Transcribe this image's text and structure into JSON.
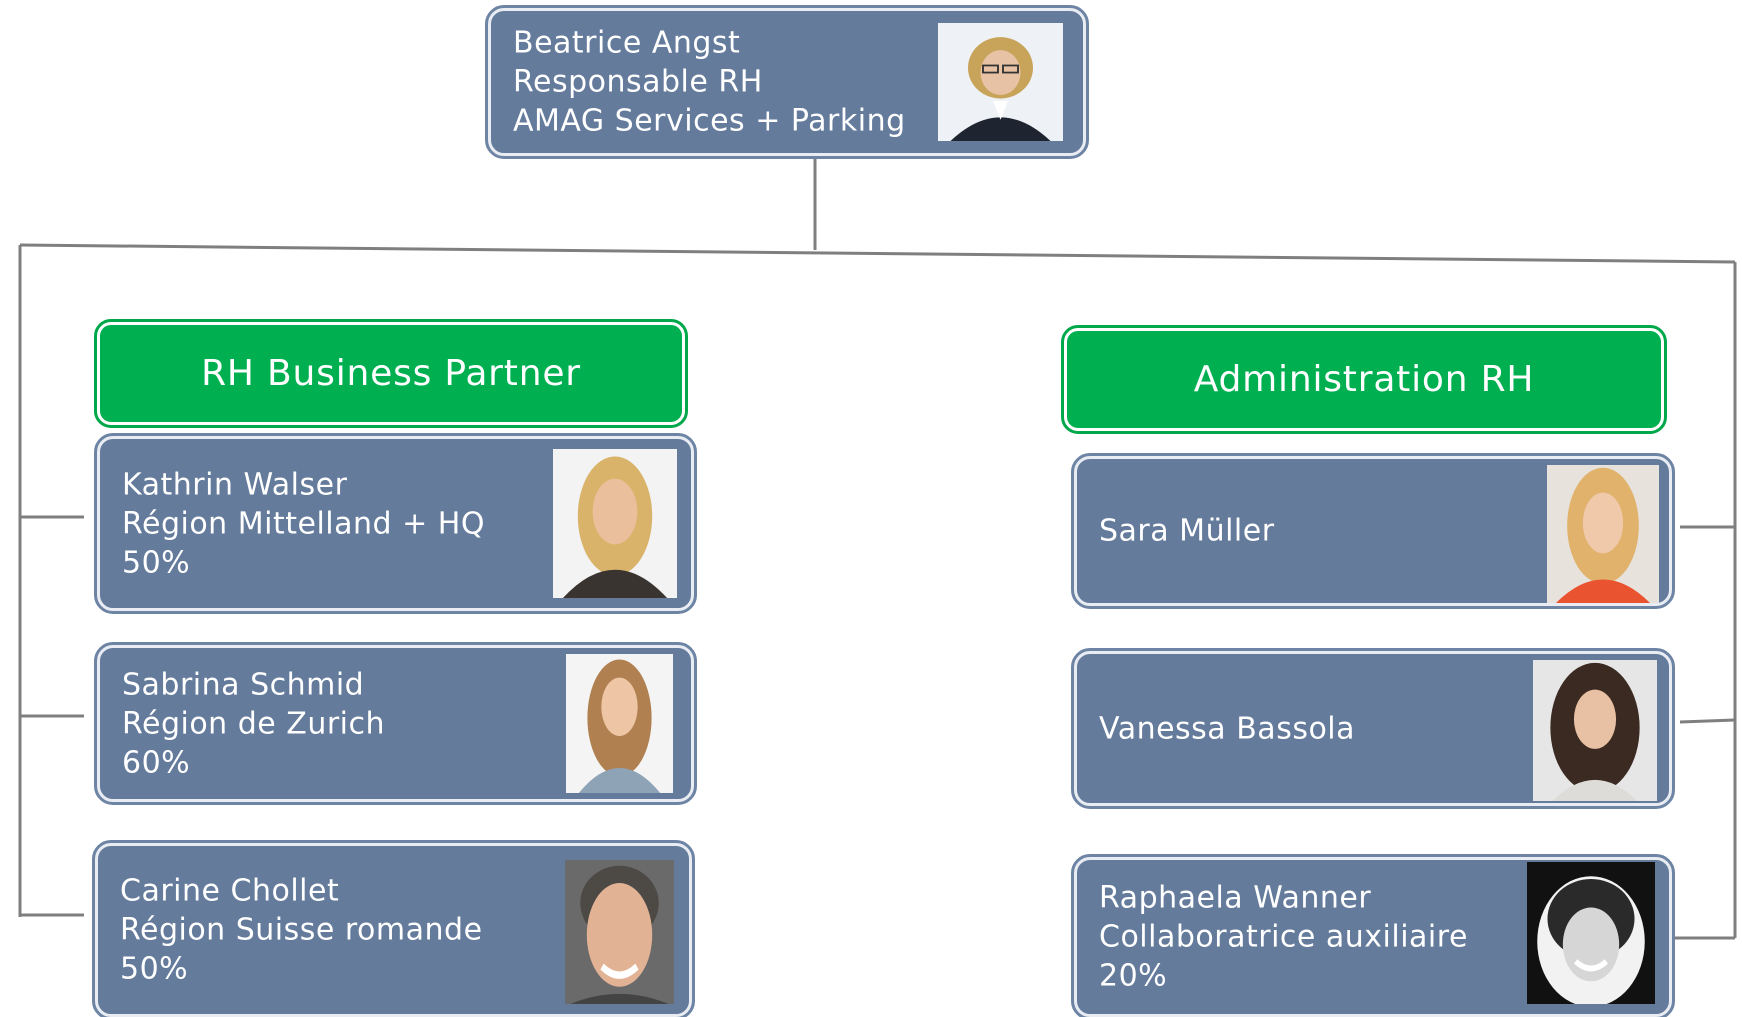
{
  "top": {
    "name": "Beatrice Angst",
    "role": "Responsable RH",
    "unit": "AMAG Services + Parking",
    "photo_icon": "portrait-woman-glasses"
  },
  "groups": {
    "left_title": "RH Business Partner",
    "right_title": "Administration RH"
  },
  "left_members": [
    {
      "name": "Kathrin Walser",
      "region": "Région Mittelland + HQ",
      "percent": "50%"
    },
    {
      "name": "Sabrina Schmid",
      "region": "Région de Zurich",
      "percent": "60%"
    },
    {
      "name": "Carine Chollet",
      "region": "Région Suisse romande",
      "percent": "50%"
    }
  ],
  "right_members": [
    {
      "name": "Sara Müller"
    },
    {
      "name": "Vanessa Bassola"
    },
    {
      "name": "Raphaela Wanner",
      "role": "Collaboratrice auxiliaire",
      "percent": "20%"
    }
  ],
  "colors": {
    "card_fill": "#647b9c",
    "header_fill": "#00b050",
    "connector": "#7f7f7f"
  }
}
